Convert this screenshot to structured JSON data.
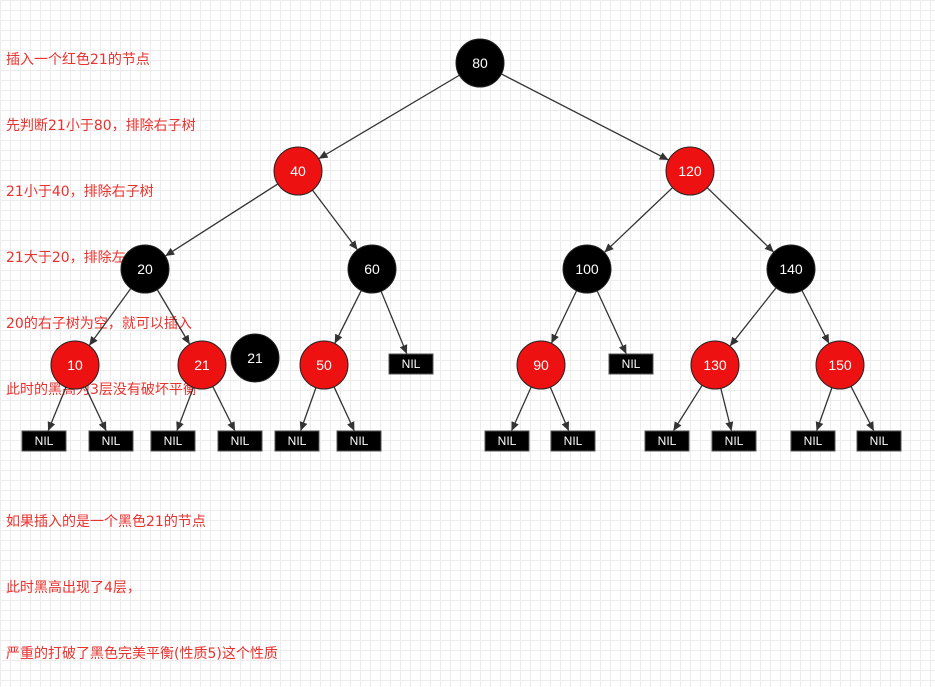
{
  "notes": {
    "lines": [
      "插入一个红色21的节点",
      "先判断21小于80，排除右子树",
      "21小于40，排除右子树",
      "21大于20，排除左子树",
      "20的右子树为空，就可以插入",
      "此时的黑高为3层没有破坏平衡",
      "",
      "如果插入的是一个黑色21的节点",
      "此时黑高出现了4层，",
      "严重的打破了黑色完美平衡(性质5)这个性质"
    ]
  },
  "colors": {
    "red_node": "#ee1111",
    "black_node": "#000000",
    "note_text": "#e8322e",
    "edge": "#333333"
  },
  "nodes": [
    {
      "id": "n80",
      "label": "80",
      "color": "black"
    },
    {
      "id": "n40",
      "label": "40",
      "color": "red"
    },
    {
      "id": "n120",
      "label": "120",
      "color": "red"
    },
    {
      "id": "n20",
      "label": "20",
      "color": "black"
    },
    {
      "id": "n60",
      "label": "60",
      "color": "black"
    },
    {
      "id": "n100",
      "label": "100",
      "color": "black"
    },
    {
      "id": "n140",
      "label": "140",
      "color": "black"
    },
    {
      "id": "n10",
      "label": "10",
      "color": "red"
    },
    {
      "id": "n21",
      "label": "21",
      "color": "red"
    },
    {
      "id": "n50",
      "label": "50",
      "color": "red"
    },
    {
      "id": "n90",
      "label": "90",
      "color": "red"
    },
    {
      "id": "n130",
      "label": "130",
      "color": "red"
    },
    {
      "id": "n150",
      "label": "150",
      "color": "red"
    },
    {
      "id": "n21b",
      "label": "21",
      "color": "black",
      "detached": true
    }
  ],
  "nil_label": "NIL",
  "edges": [
    [
      "n80",
      "n40"
    ],
    [
      "n80",
      "n120"
    ],
    [
      "n40",
      "n20"
    ],
    [
      "n40",
      "n60"
    ],
    [
      "n120",
      "n100"
    ],
    [
      "n120",
      "n140"
    ],
    [
      "n20",
      "n10"
    ],
    [
      "n20",
      "n21"
    ],
    [
      "n60",
      "n50"
    ],
    [
      "n60",
      "nil_60r"
    ],
    [
      "n100",
      "n90"
    ],
    [
      "n100",
      "nil_100r"
    ],
    [
      "n140",
      "n130"
    ],
    [
      "n140",
      "n150"
    ],
    [
      "n10",
      "nil_10l"
    ],
    [
      "n10",
      "nil_10r"
    ],
    [
      "n21",
      "nil_21l"
    ],
    [
      "n21",
      "nil_21r"
    ],
    [
      "n50",
      "nil_50l"
    ],
    [
      "n50",
      "nil_50r"
    ],
    [
      "n90",
      "nil_90l"
    ],
    [
      "n90",
      "nil_90r"
    ],
    [
      "n130",
      "nil_130l"
    ],
    [
      "n130",
      "nil_130r"
    ],
    [
      "n150",
      "nil_150l"
    ],
    [
      "n150",
      "nil_150r"
    ]
  ],
  "nils": [
    "nil_60r",
    "nil_100r",
    "nil_10l",
    "nil_10r",
    "nil_21l",
    "nil_21r",
    "nil_50l",
    "nil_50r",
    "nil_90l",
    "nil_90r",
    "nil_130l",
    "nil_130r",
    "nil_150l",
    "nil_150r"
  ]
}
